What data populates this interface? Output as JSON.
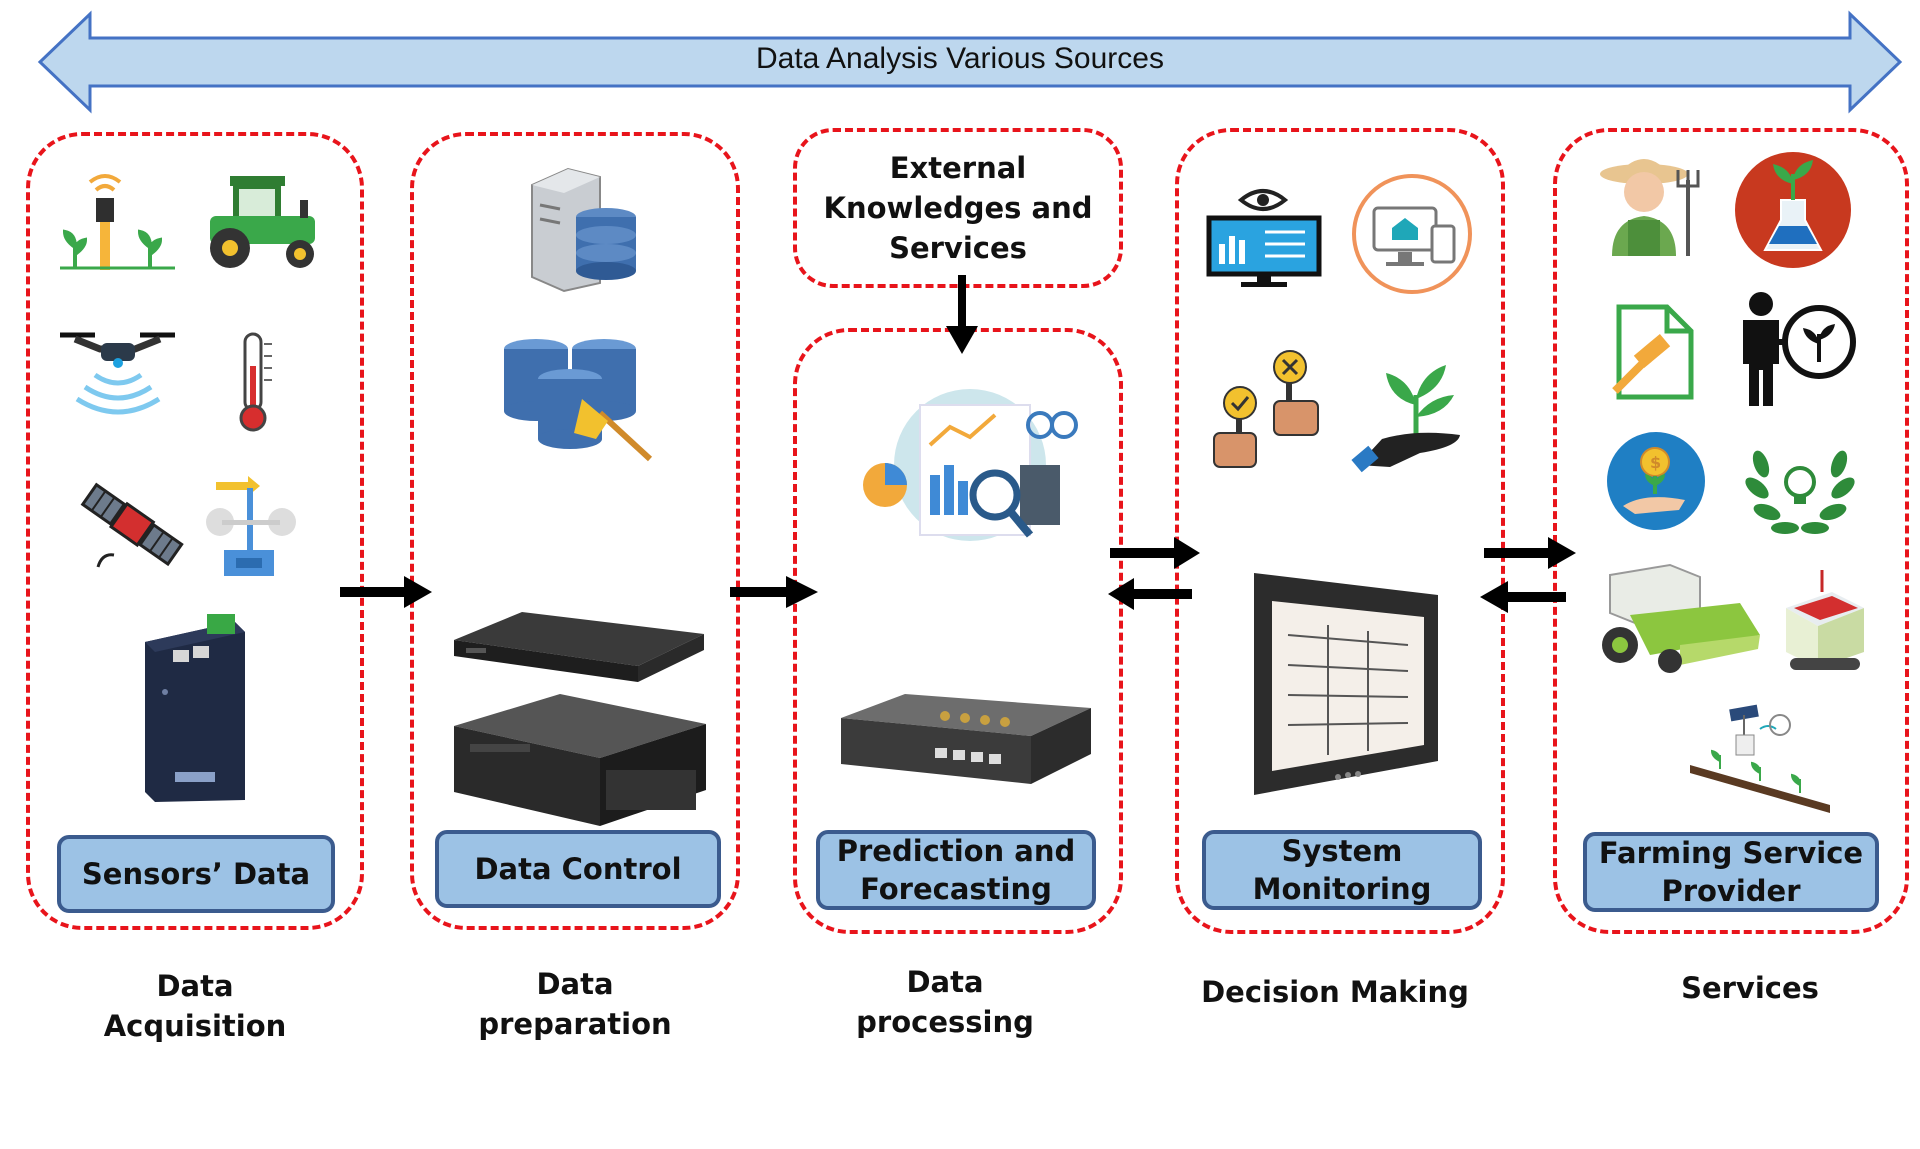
{
  "banner": {
    "label": "Data Analysis Various Sources"
  },
  "stages": [
    {
      "box_label": "Sensors’ Data",
      "caption": "Data\nAcquisition"
    },
    {
      "box_label": "Data Control",
      "caption": "Data\npreparation"
    },
    {
      "box_label": "Prediction and\nForecasting",
      "caption": "Data\nprocessing"
    },
    {
      "box_label": "System\nMonitoring",
      "caption": "Decision Making"
    },
    {
      "box_label": "Farming Service\nProvider",
      "caption": "Services"
    }
  ],
  "external": {
    "label": "External\nKnowledges and\nServices"
  },
  "colors": {
    "dashed_border": "#e8141b",
    "label_fill": "#9cc2e5",
    "label_border": "#3b5b8e",
    "banner_fill": "#bdd7ee",
    "banner_border": "#4472c4"
  },
  "icons": {
    "acquisition": [
      "soil-sensor-icon",
      "tractor-icon",
      "drone-icon",
      "thermometer-icon",
      "satellite-icon",
      "weather-vane-icon",
      "gateway-device-icon"
    ],
    "preparation": [
      "server-database-icon",
      "database-cleaning-icon",
      "rack-server-icon",
      "tower-server-icon"
    ],
    "processing": [
      "analytics-report-icon",
      "edge-computer-icon"
    ],
    "decision": [
      "monitoring-dashboard-icon",
      "smart-devices-icon",
      "vote-approve-reject-icon",
      "hand-plant-icon",
      "industrial-monitor-icon"
    ],
    "services": [
      "farmer-icon",
      "lab-plant-icon",
      "legal-document-icon",
      "agronomist-icon",
      "investment-icon",
      "eco-laurel-icon",
      "harvester-icon",
      "robot-harvester-icon",
      "irrigation-sensor-icon"
    ]
  }
}
